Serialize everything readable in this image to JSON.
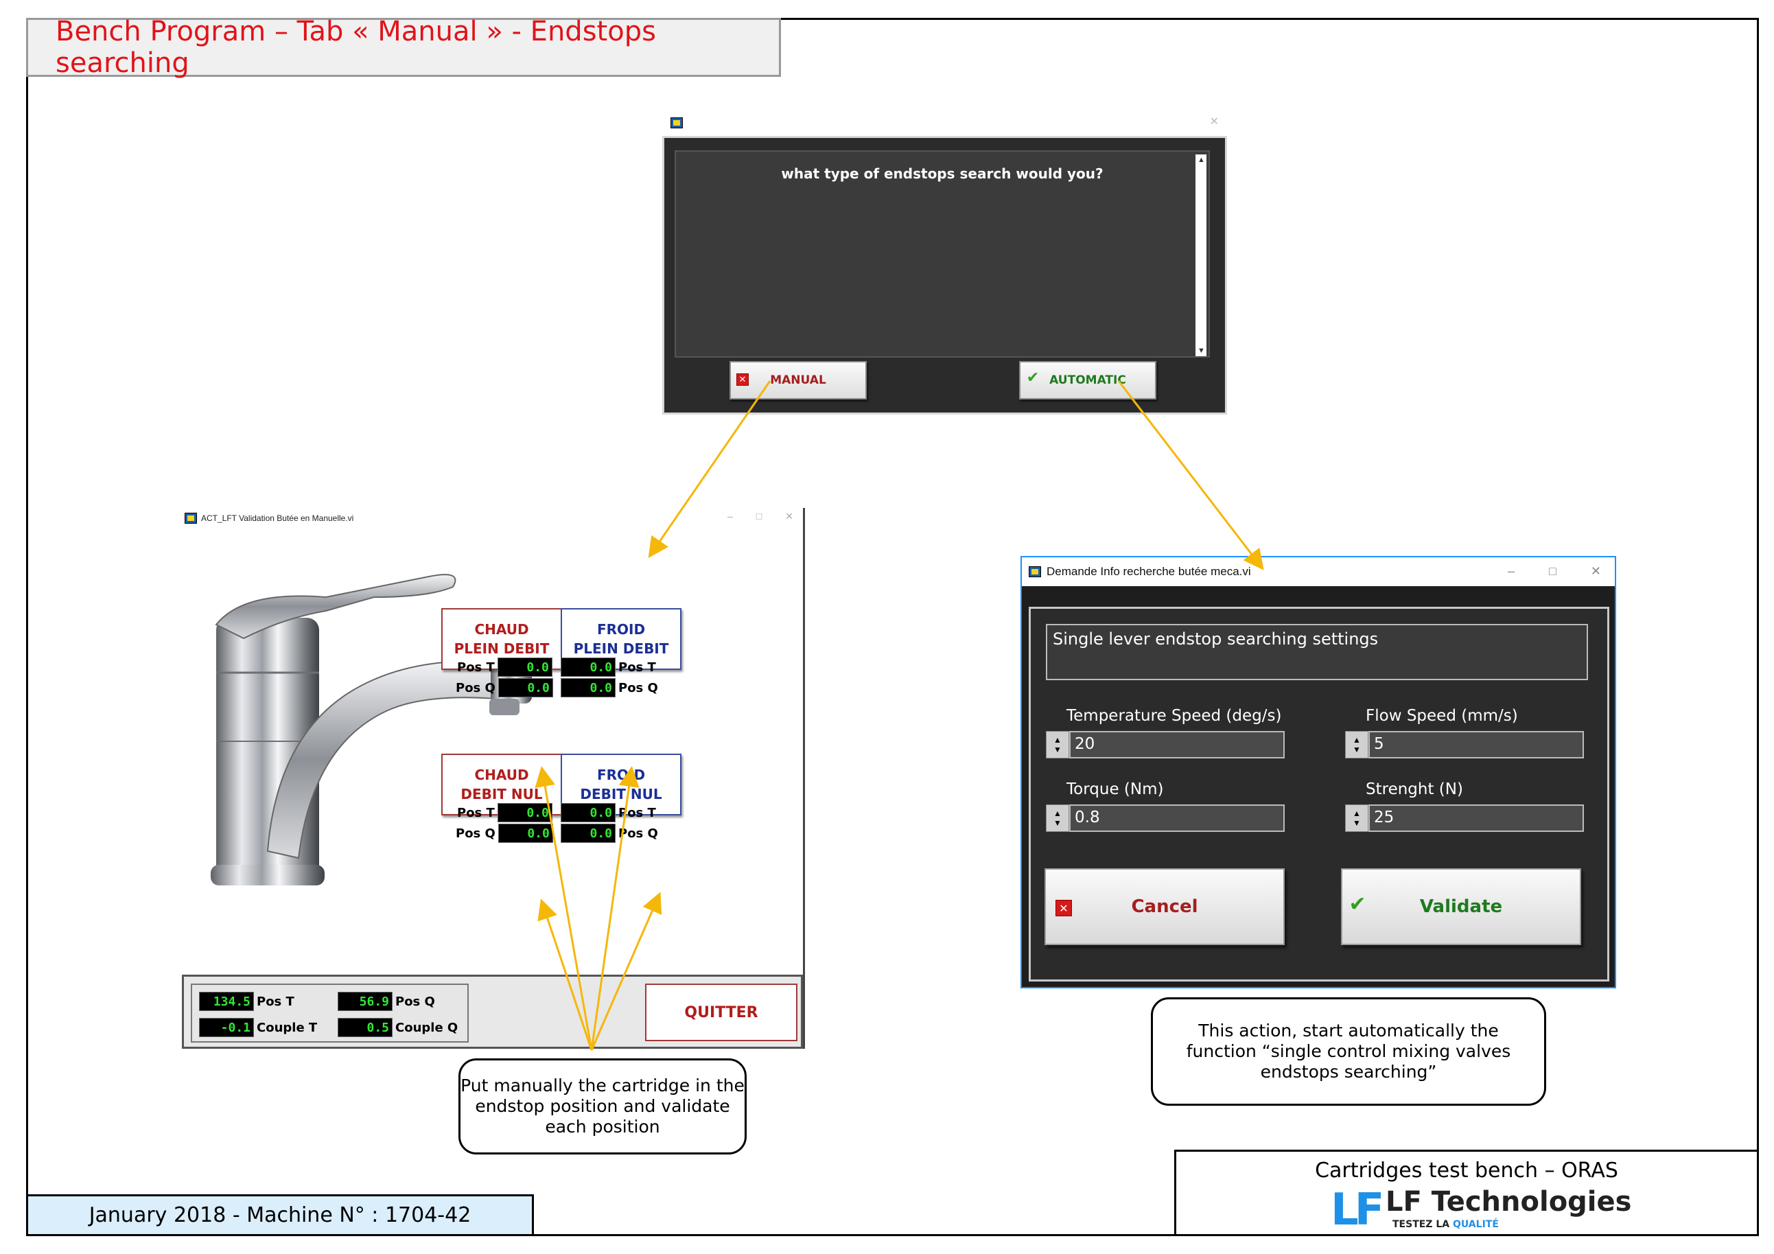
{
  "slide": {
    "title": "Bench Program – Tab « Manual » - Endstops searching",
    "date_machine": "January 2018 - Machine N° : 1704-42",
    "bench_name": "Cartridges test bench – ORAS",
    "logo_lf": "LF",
    "logo_name": "LF Technologies",
    "logo_tag_prefix": "TESTEZ LA ",
    "logo_tag_accent": "QUALITÉ"
  },
  "dialog_type": {
    "question": "what type of endstops search would you?",
    "manual_label": "MANUAL",
    "automatic_label": "AUTOMATIC"
  },
  "manual_window": {
    "title": "ACT_LFT Validation Butée en Manuelle.vi",
    "buttons": {
      "hot_full": [
        "CHAUD",
        "PLEIN DEBIT"
      ],
      "cold_full": [
        "FROID",
        "PLEIN DEBIT"
      ],
      "hot_zero": [
        "CHAUD",
        "DEBIT NUL"
      ],
      "cold_zero": [
        "FROID",
        "DEBIT NUL"
      ]
    },
    "labels": {
      "pos_t": "Pos T",
      "pos_q": "Pos Q",
      "couple_t": "Couple T",
      "couple_q": "Couple Q"
    },
    "indicators": {
      "hot_full_t": "0.0",
      "hot_full_q": "0.0",
      "cold_full_t": "0.0",
      "cold_full_q": "0.0",
      "hot_zero_t": "0.0",
      "hot_zero_q": "0.0",
      "cold_zero_t": "0.0",
      "cold_zero_q": "0.0"
    },
    "footer": {
      "pos_t": "134.5",
      "pos_q": "56.9",
      "couple_t": "-0.1",
      "couple_q": "0.5"
    },
    "quit_label": "QUITTER"
  },
  "settings_window": {
    "title": "Demande Info recherche butée meca.vi",
    "header": "Single lever endstop searching settings",
    "fields": {
      "temp_speed": {
        "label": "Temperature Speed (deg/s)",
        "value": "20"
      },
      "flow_speed": {
        "label": "Flow Speed (mm/s)",
        "value": "5"
      },
      "torque": {
        "label": "Torque (Nm)",
        "value": "0.8"
      },
      "strength": {
        "label": "Strenght (N)",
        "value": "25"
      }
    },
    "cancel_label": "Cancel",
    "validate_label": "Validate"
  },
  "callouts": {
    "manual": "Put manually the cartridge in the endstop position and validate each position",
    "automatic": "This action, start automatically the function “single control mixing valves endstops searching”"
  },
  "colors": {
    "title_red": "#e0141a",
    "arrow": "#f5b70a",
    "accent_blue": "#1e90e6"
  }
}
